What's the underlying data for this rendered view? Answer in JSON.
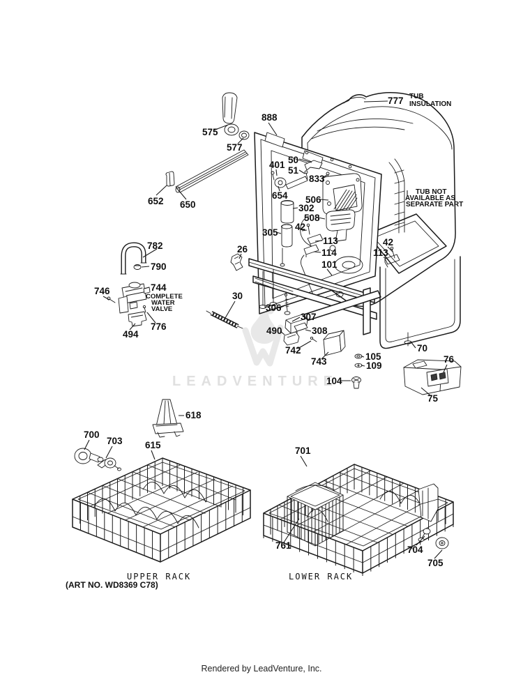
{
  "labels": {
    "26": "26",
    "30": "30",
    "42": "42",
    "50": "50",
    "51": "51",
    "70": "70",
    "75": "75",
    "76": "76",
    "101": "101",
    "104": "104",
    "105": "105",
    "109": "109",
    "113": "113",
    "114": "114",
    "302": "302",
    "305": "305",
    "306": "306",
    "307": "307",
    "308": "308",
    "401": "401",
    "490": "490",
    "494": "494",
    "506": "506",
    "508": "508",
    "575": "575",
    "577": "577",
    "615": "615",
    "618": "618",
    "650": "650",
    "652": "652",
    "654": "654",
    "700": "700",
    "701": "701",
    "703": "703",
    "704": "704",
    "705": "705",
    "742": "742",
    "743": "743",
    "744": "744",
    "746": "746",
    "761": "761",
    "776": "776",
    "777": "777",
    "782": "782",
    "790": "790",
    "833": "833",
    "888": "888"
  },
  "notes": {
    "tub_insulation_1": "TUB",
    "tub_insulation_2": "INSULATION",
    "tub_na_1": "TUB NOT",
    "tub_na_2": "AVAILABLE AS",
    "tub_na_3": "SEPARATE PART",
    "valve_1": "COMPLETE",
    "valve_2": "WATER",
    "valve_3": "VALVE"
  },
  "captions": {
    "upper_rack": "UPPER RACK",
    "lower_rack": "LOWER RACK",
    "art_no": "(ART NO. WD8369 C78)",
    "footer": "Rendered by LeadVenture, Inc."
  },
  "watermark": {
    "text": "LEADVENTURE"
  }
}
